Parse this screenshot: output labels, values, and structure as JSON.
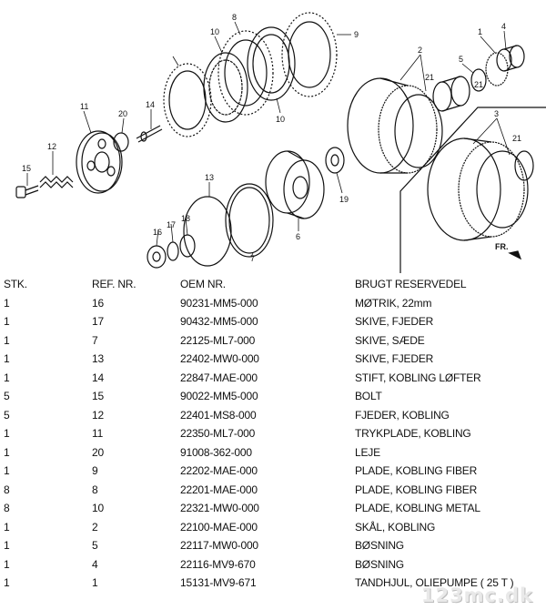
{
  "diagram": {
    "callouts": [
      "1",
      "2",
      "3",
      "4",
      "5",
      "6",
      "7",
      "8",
      "9",
      "10",
      "10",
      "11",
      "12",
      "13",
      "14",
      "15",
      "16",
      "17",
      "18",
      "19",
      "20",
      "21",
      "21",
      "21"
    ],
    "direction_label": "FR."
  },
  "table": {
    "headers": [
      "STK.",
      "REF. NR.",
      "OEM NR.",
      "BRUGT RESERVEDEL"
    ],
    "rows": [
      [
        "1",
        "16",
        "90231-MM5-000",
        "MØTRIK, 22mm"
      ],
      [
        "1",
        "17",
        "90432-MM5-000",
        "SKIVE, FJEDER"
      ],
      [
        "1",
        "7",
        "22125-ML7-000",
        "SKIVE, SÆDE"
      ],
      [
        "1",
        "13",
        "22402-MW0-000",
        "SKIVE, FJEDER"
      ],
      [
        "1",
        "14",
        "22847-MAE-000",
        "STIFT, KOBLING LØFTER"
      ],
      [
        "5",
        "15",
        "90022-MM5-000",
        "BOLT"
      ],
      [
        "5",
        "12",
        "22401-MS8-000",
        "FJEDER, KOBLING"
      ],
      [
        "1",
        "11",
        "22350-ML7-000",
        "TRYKPLADE, KOBLING"
      ],
      [
        "1",
        "20",
        "91008-362-000",
        "LEJE"
      ],
      [
        "1",
        "9",
        "22202-MAE-000",
        "PLADE, KOBLING FIBER"
      ],
      [
        "8",
        "8",
        "22201-MAE-000",
        "PLADE, KOBLING FIBER"
      ],
      [
        "8",
        "10",
        "22321-MW0-000",
        "PLADE, KOBLING METAL"
      ],
      [
        "1",
        "2",
        "22100-MAE-000",
        "SKÅL, KOBLING"
      ],
      [
        "1",
        "5",
        "22117-MW0-000",
        "BØSNING"
      ],
      [
        "1",
        "4",
        "22116-MV9-670",
        "BØSNING"
      ],
      [
        "1",
        "1",
        "15131-MV9-671",
        "TANDHJUL, OLIEPUMPE ( 25 T )"
      ]
    ]
  },
  "watermark": "123mc.dk"
}
